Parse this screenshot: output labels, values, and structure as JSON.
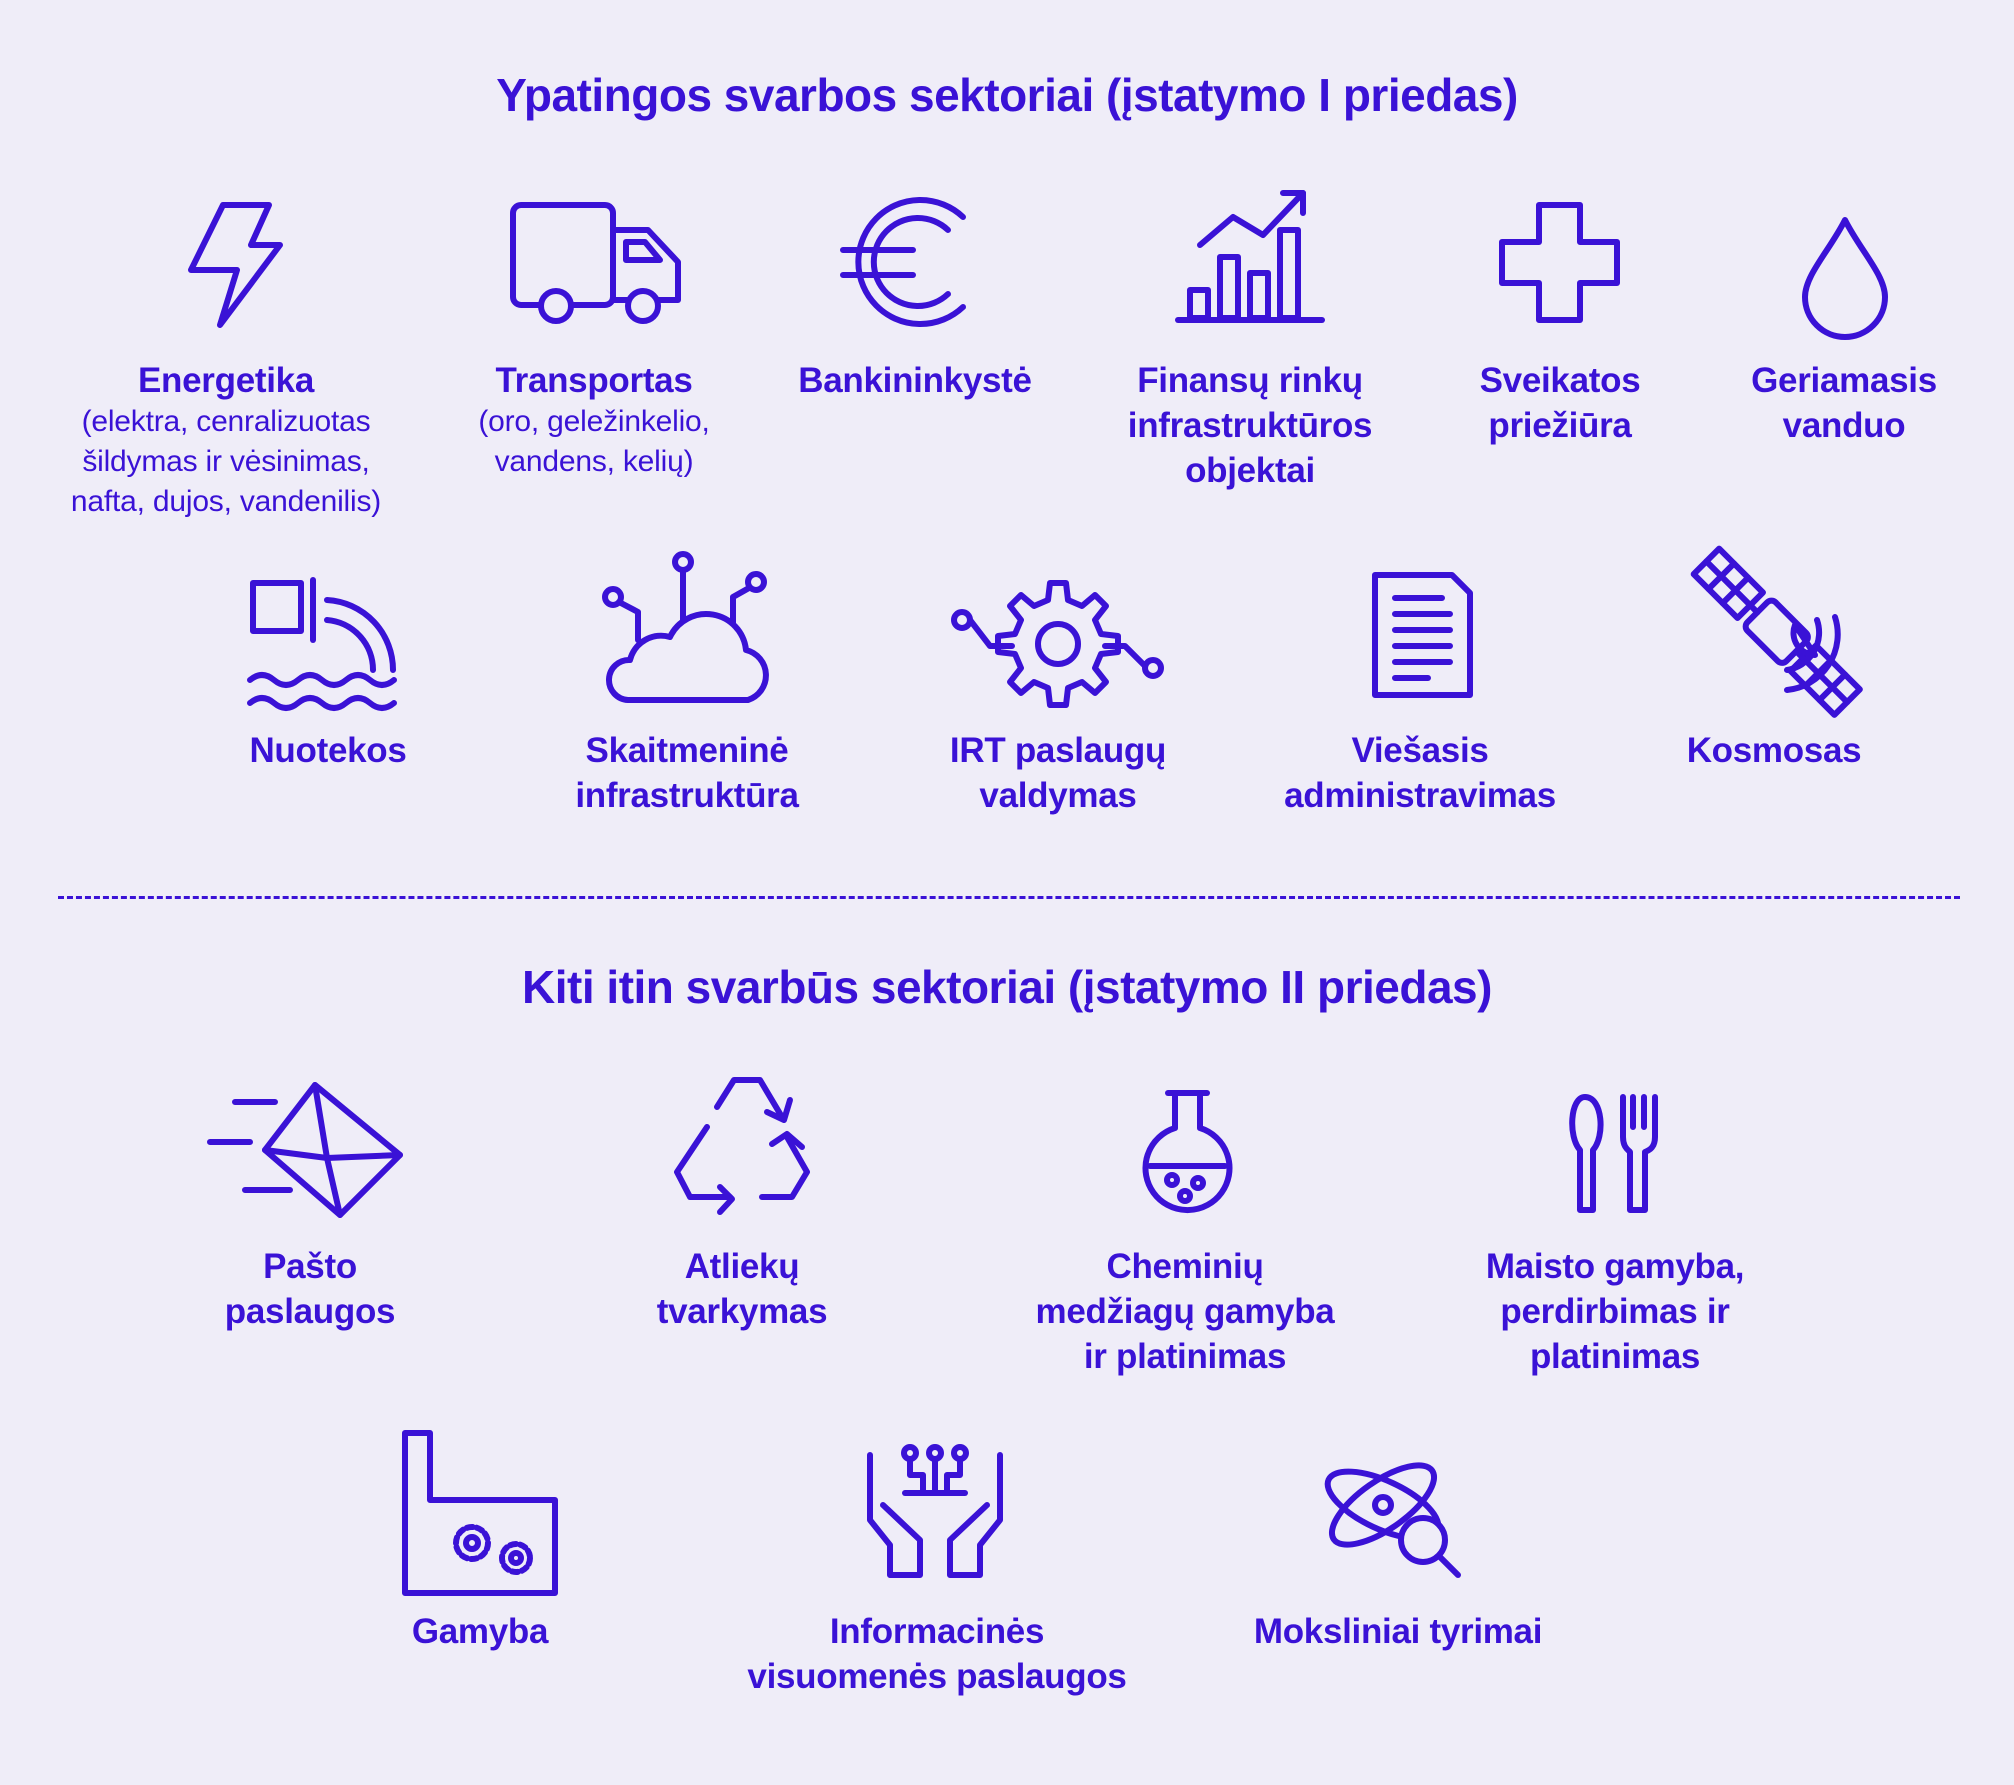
{
  "primary_section": {
    "title": "Ypatingos svarbos sektoriai (įstatymo I priedas)",
    "sectors": [
      {
        "icon": "lightning-icon",
        "label": [
          "Energetika"
        ],
        "sublabel": [
          "(elektra, cenralizuotas",
          "šildymas ir vėsinimas,",
          "nafta, dujos, vandenilis)"
        ]
      },
      {
        "icon": "truck-icon",
        "label": [
          "Transportas"
        ],
        "sublabel": [
          "(oro, geležinkelio,",
          "vandens, kelių)"
        ]
      },
      {
        "icon": "euro-icon",
        "label": [
          "Bankininkystė"
        ]
      },
      {
        "icon": "bar-chart-growth-icon",
        "label": [
          "Finansų rinkų",
          "infrastruktūros",
          "objektai"
        ]
      },
      {
        "icon": "medical-cross-icon",
        "label": [
          "Sveikatos",
          "priežiūra"
        ]
      },
      {
        "icon": "water-drop-icon",
        "label": [
          "Geriamasis",
          "vanduo"
        ]
      },
      {
        "icon": "wastewater-pipe-icon",
        "label": [
          "Nuotekos"
        ]
      },
      {
        "icon": "cloud-network-icon",
        "label": [
          "Skaitmeninė",
          "infrastruktūra"
        ]
      },
      {
        "icon": "gear-network-icon",
        "label": [
          "IRT paslaugų",
          "valdymas"
        ]
      },
      {
        "icon": "document-icon",
        "label": [
          "Viešasis",
          "administravimas"
        ]
      },
      {
        "icon": "satellite-icon",
        "label": [
          "Kosmosas"
        ]
      }
    ]
  },
  "secondary_section": {
    "title": "Kiti itin svarbūs sektoriai (įstatymo II priedas)",
    "sectors": [
      {
        "icon": "fast-mail-icon",
        "label": [
          "Pašto",
          "paslaugos"
        ]
      },
      {
        "icon": "recycle-icon",
        "label": [
          "Atliekų",
          "tvarkymas"
        ]
      },
      {
        "icon": "flask-icon",
        "label": [
          "Cheminių",
          "medžiagų gamyba",
          "ir platinimas"
        ]
      },
      {
        "icon": "spoon-fork-icon",
        "label": [
          "Maisto gamyba,",
          "perdirbimas ir",
          "platinimas"
        ]
      },
      {
        "icon": "factory-gears-icon",
        "label": [
          "Gamyba"
        ]
      },
      {
        "icon": "hands-circuit-icon",
        "label": [
          "Informacinės",
          "visuomenės paslaugos"
        ]
      },
      {
        "icon": "atom-magnifier-icon",
        "label": [
          "Moksliniai tyrimai"
        ]
      }
    ]
  },
  "colors": {
    "accent": "#3a12d6",
    "background": "#efedf8"
  }
}
